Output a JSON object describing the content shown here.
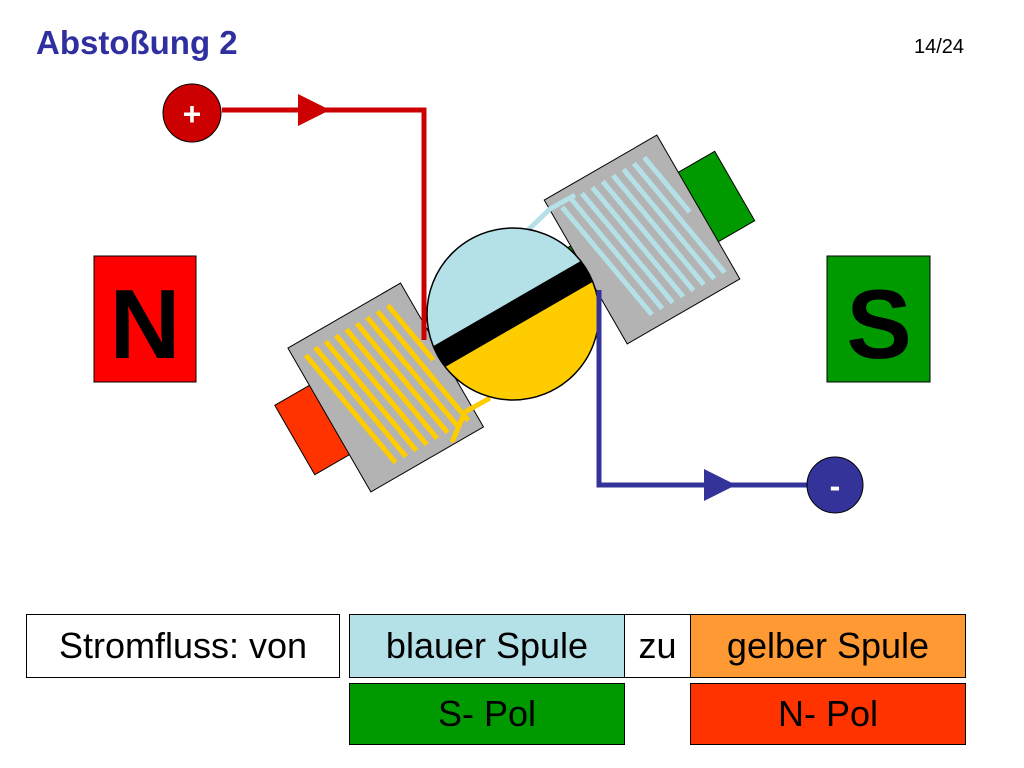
{
  "title": "Abstoßung 2",
  "page": "14/24",
  "diagram": {
    "plus_label": "+",
    "minus_label": "-",
    "magnet_n_label": "N",
    "magnet_s_label": "S"
  },
  "legend": {
    "row1": [
      "Stromfluss: von",
      "blauer Spule",
      "zu",
      "gelber Spule"
    ],
    "row2": [
      "S- Pol",
      "N- Pol"
    ]
  },
  "colors": {
    "title": "#2f2f9f",
    "positive_wire": "#cc0000",
    "negative_wire": "#333399",
    "magnet_n": "#ff0000",
    "magnet_s": "#009900",
    "blue_coil": "#b4e0e8",
    "yellow_coil": "#ffcc00",
    "pole_s": "#009900",
    "pole_n": "#ff3300",
    "gelber_box": "#ff9933"
  }
}
